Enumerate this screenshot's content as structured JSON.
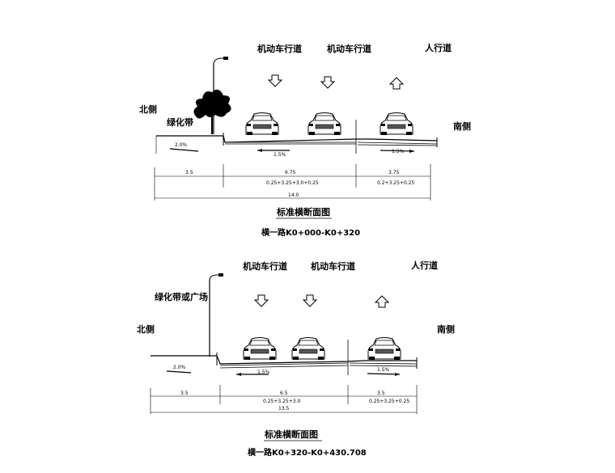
{
  "sections": [
    {
      "lane_labels": [
        "机动车行道",
        "机动车行道",
        "人行道"
      ],
      "north_label": "北侧",
      "green_label": "绿化带",
      "south_label": "南侧",
      "slope_left": "2.0%",
      "slope_mid": "1.5%",
      "slope_right": "1.5%",
      "dim_left": "3.5",
      "dim_mid": "6.75",
      "dim_mid_sub": "0.25+3.25+3.0+0.25",
      "dim_right": "3.75",
      "dim_right_sub": "0.2+3.25+0.25",
      "dim_total": "14.0",
      "caption": "标准横断面图",
      "subcaption": "横一路K0+000-K0+320"
    },
    {
      "lane_labels": [
        "机动车行道",
        "机动车行道",
        "人行道"
      ],
      "north_label": "北侧",
      "green_label": "绿化带或广场",
      "south_label": "南侧",
      "slope_left": "2.0%",
      "slope_mid": "1.5%",
      "slope_right": "1.5%",
      "dim_left": "3.5",
      "dim_mid": "6.5",
      "dim_mid_sub": "0.25+3.25+3.0",
      "dim_right": "3.5",
      "dim_right_sub": "0.25+3.25+0.25",
      "dim_total": "13.5",
      "caption": "标准横断面图",
      "subcaption": "横一路K0+320-K0+430.708"
    }
  ]
}
